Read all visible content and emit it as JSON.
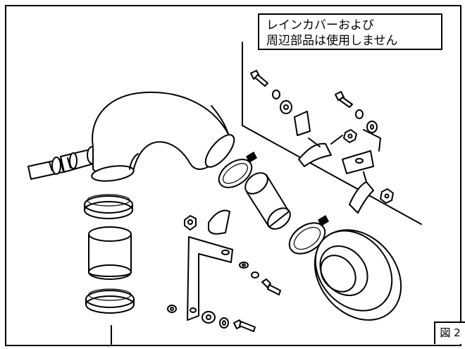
{
  "diagram": {
    "note_lines": [
      "レインカバーおよび",
      "周辺部品は使用しません"
    ],
    "figure_label": "図 2",
    "parts": {
      "intake_pipe": "bent-intake-pipe",
      "breather_hose": "breather-hose",
      "hose_clamps": "hose-clamp",
      "silicone_couplers": "silicone-coupler",
      "air_filter": "air-filter",
      "mounting_bracket": "mounting-bracket",
      "rain_cover_brackets": "rain-cover-bracket",
      "hardware": [
        "bolt",
        "washer",
        "nut"
      ]
    }
  }
}
